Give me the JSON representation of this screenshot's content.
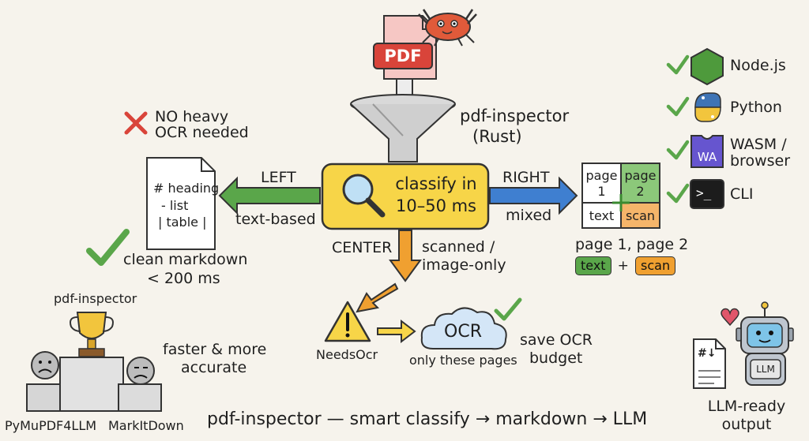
{
  "source": {
    "file_label": "PDF"
  },
  "inspector": {
    "name": "pdf-inspector",
    "lang": "(Rust)"
  },
  "classify": {
    "line1": "classify in",
    "line2": "10–50 ms"
  },
  "no_ocr": {
    "line1": "NO heavy",
    "line2": "OCR needed"
  },
  "left": {
    "direction": "LEFT",
    "kind": "text-based",
    "doc_lines": [
      "# heading",
      "- list",
      "| table |"
    ],
    "result_line1": "clean markdown",
    "result_line2": "< 200 ms"
  },
  "right": {
    "direction": "RIGHT",
    "kind": "mixed",
    "grid": {
      "page1": "page",
      "page1n": "1",
      "page2": "page",
      "page2n": "2",
      "text": "text",
      "scan": "scan"
    },
    "caption": "page 1, page 2",
    "text_tag": "text",
    "plus": "+",
    "scan_tag": "scan"
  },
  "center": {
    "direction": "CENTER",
    "kind_line1": "scanned /",
    "kind_line2": "image-only",
    "warning_label": "NeedsOcr",
    "ocr_label": "OCR",
    "ocr_caption": "only these pages",
    "save_line1": "save OCR",
    "save_line2": "budget"
  },
  "platforms": [
    {
      "label": "Node.js",
      "icon": "nodejs-icon"
    },
    {
      "label": "Python",
      "icon": "python-icon"
    },
    {
      "label": "WASM /",
      "label2": "browser",
      "icon": "wasm-icon",
      "badge": "WA"
    },
    {
      "label": "CLI",
      "icon": "terminal-icon",
      "badge": ">_"
    }
  ],
  "podium": {
    "winner": "pdf-inspector",
    "left": "PyMuPDF4LLM",
    "right": "MarkItDown",
    "note_line1": "faster & more",
    "note_line2": "accurate"
  },
  "llm": {
    "badge": "LLM",
    "doc": "#↓",
    "line1": "LLM-ready",
    "line2": "output"
  },
  "footer": "pdf-inspector — smart classify → markdown → LLM",
  "colors": {
    "green": "#5aa64a",
    "blue": "#3f7fd0",
    "orange": "#f0a030",
    "yellow": "#f7d548",
    "red": "#d9443a",
    "crab": "#e05a3a"
  }
}
